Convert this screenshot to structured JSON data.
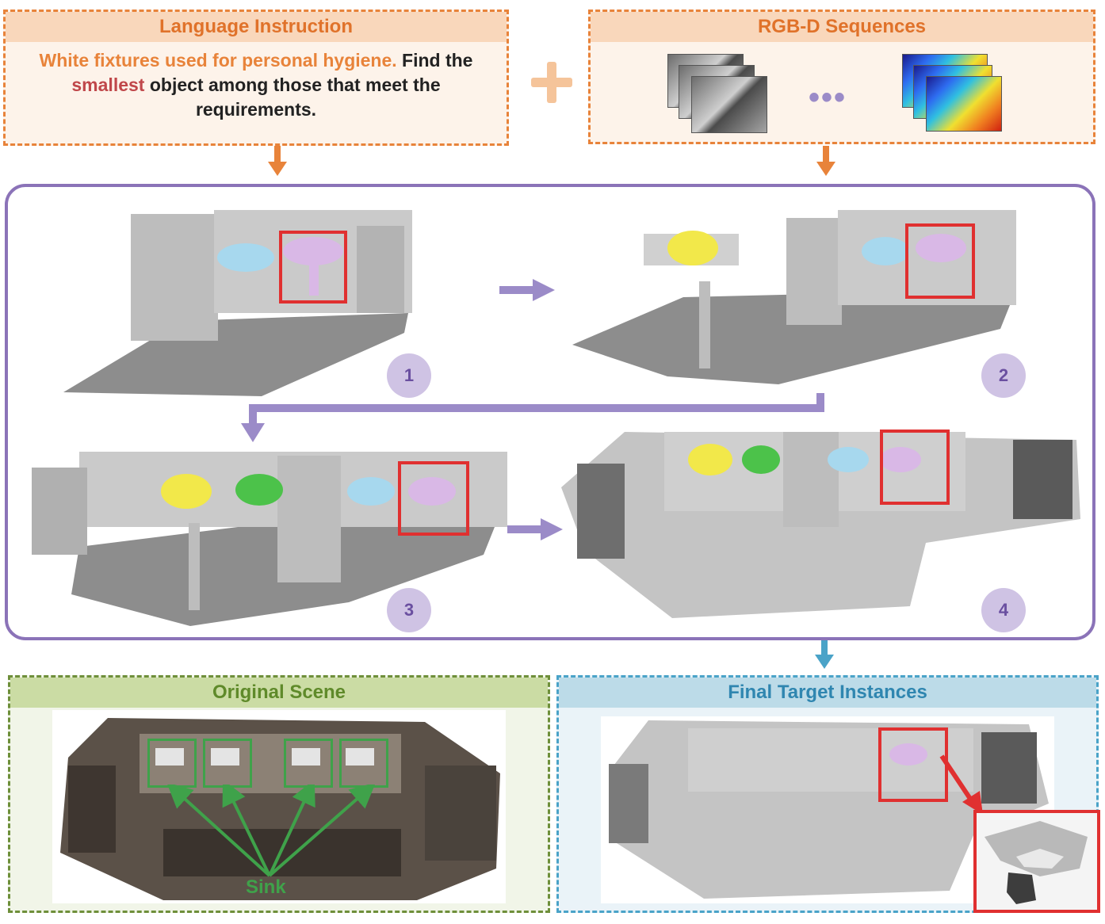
{
  "language_box": {
    "title": "Language Instruction",
    "instruction_part1": "White fixtures used for personal hygiene.",
    "instruction_part2": " Find the",
    "instruction_part3": "smallest",
    "instruction_part4": " object among those that meet the requirements."
  },
  "rgbd_box": {
    "title": "RGB-D Sequences",
    "ellipsis": "•••"
  },
  "pipeline": {
    "steps": [
      "1",
      "2",
      "3",
      "4"
    ]
  },
  "original_scene": {
    "title": "Original Scene",
    "label": "Sink"
  },
  "final_target": {
    "title": "Final Target Instances"
  },
  "colors": {
    "orange": "#e8833a",
    "purple": "#8b73b8",
    "green": "#3fa24a",
    "blue": "#4aa3c8",
    "red": "#e03030",
    "sink_blue": "#a7d8ee",
    "sink_pink": "#d9b8e6",
    "sink_yellow": "#f2e84a",
    "sink_green": "#4cc24a"
  }
}
